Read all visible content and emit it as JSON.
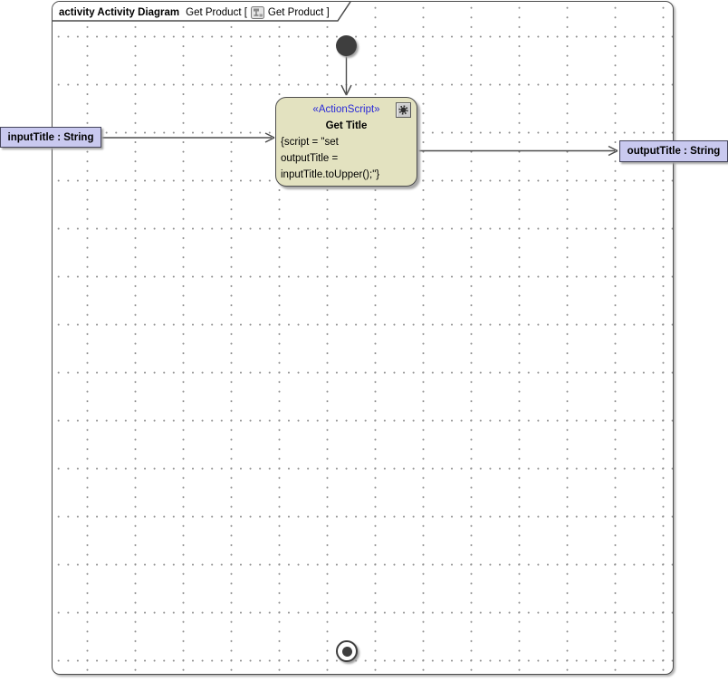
{
  "frame": {
    "title_bold": "activity Activity Diagram",
    "title_context": "Get Product [",
    "title_ref": "Get Product ]"
  },
  "action": {
    "stereotype": "«ActionScript»",
    "name": "Get Title",
    "script_lines": [
      "{script = \"set",
      "outputTitle =",
      "inputTitle.toUpper();\"}"
    ]
  },
  "pins": {
    "input": {
      "label": "inputTitle : String"
    },
    "output": {
      "label": "outputTitle : String"
    }
  },
  "icons": {
    "frame_title_icon": "activity-diagram-icon",
    "action_corner_icon": "gear-icon"
  },
  "colors": {
    "action_fill": "#e3e2c0",
    "pin_fill": "#c9c9ef",
    "stereotype_text": "#2a2ad8",
    "line": "#4d4d4d",
    "grid_dot": "#8c8c8c",
    "node_fill": "#3e3e3e"
  }
}
